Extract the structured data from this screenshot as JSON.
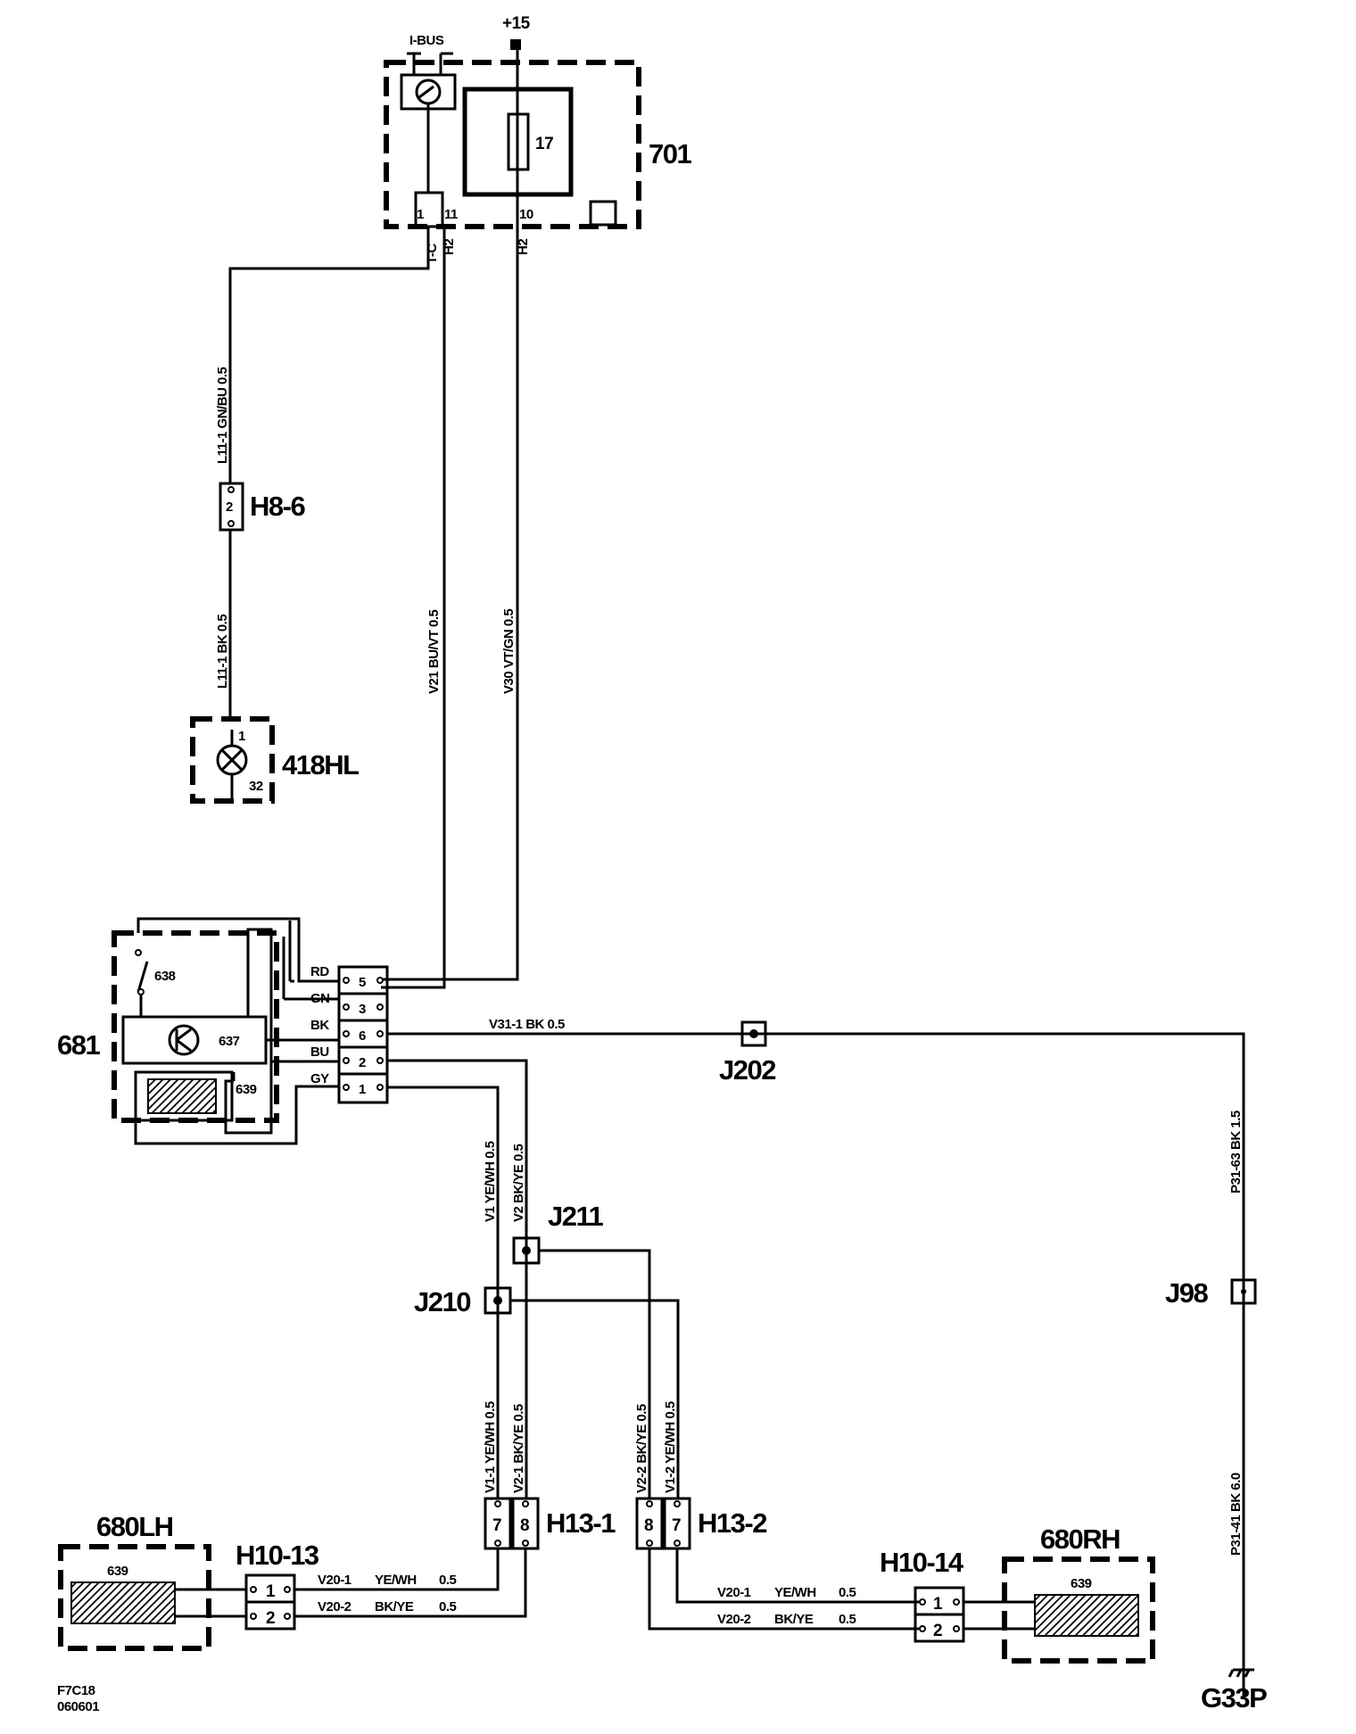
{
  "supply": {
    "label": "+15"
  },
  "bus": {
    "label": "I-BUS"
  },
  "components": {
    "c701": {
      "id": "701",
      "fuse": "17",
      "pins": [
        "1",
        "11",
        "10"
      ]
    },
    "c418": {
      "id": "418HL",
      "pins": [
        "1",
        "32"
      ]
    },
    "c681": {
      "id": "681",
      "switch": "638",
      "transistor": "637",
      "heater": "639"
    },
    "c680lh": {
      "id": "680LH",
      "heater": "639"
    },
    "c680rh": {
      "id": "680RH",
      "heater": "639"
    }
  },
  "connectors": {
    "h8_6": {
      "id": "H8-6",
      "pin": "2"
    },
    "h13_1": {
      "id": "H13-1",
      "pins": [
        "7",
        "8"
      ]
    },
    "h13_2": {
      "id": "H13-2",
      "pins": [
        "8",
        "7"
      ]
    },
    "h10_13": {
      "id": "H10-13",
      "pins": [
        "1",
        "2"
      ]
    },
    "h10_14": {
      "id": "H10-14",
      "pins": [
        "1",
        "2"
      ]
    },
    "c681_pins": [
      "5",
      "3",
      "6",
      "2",
      "1"
    ],
    "c681_colors": [
      "RD",
      "GN",
      "BK",
      "BU",
      "GY"
    ]
  },
  "junctions": {
    "j202": "J202",
    "j211": "J211",
    "j210": "J210",
    "j98": "J98"
  },
  "ground": {
    "id": "G33P"
  },
  "wires": {
    "tc": "T-C",
    "h2a": "H2",
    "h2b": "H2",
    "l11_top": "L11-1  GN/BU  0.5",
    "l11_bot": "L11-1  BK  0.5",
    "v21": "V21  BU/VT  0.5",
    "v30": "V30  VT/GN  0.5",
    "v31": "V31-1  BK  0.5",
    "p31_63": "P31-63  BK  1.5",
    "p31_41": "P31-41  BK  6.0",
    "v1": "V1  YE/WH  0.5",
    "v2": "V2  BK/YE  0.5",
    "v1_1": "V1-1  YE/WH  0.5",
    "v2_1": "V2-1  BK/YE  0.5",
    "v2_2": "V2-2  BK/YE  0.5",
    "v1_2": "V1-2  YE/WH  0.5",
    "lh_v20_1_code": "V20-1",
    "lh_v20_1_color": "YE/WH",
    "lh_v20_1_size": "0.5",
    "lh_v20_2_code": "V20-2",
    "lh_v20_2_color": "BK/YE",
    "lh_v20_2_size": "0.5",
    "rh_v20_1_code": "V20-1",
    "rh_v20_1_color": "YE/WH",
    "rh_v20_1_size": "0.5",
    "rh_v20_2_code": "V20-2",
    "rh_v20_2_color": "BK/YE",
    "rh_v20_2_size": "0.5"
  },
  "footer": {
    "code": "F7C18",
    "date": "060601"
  }
}
